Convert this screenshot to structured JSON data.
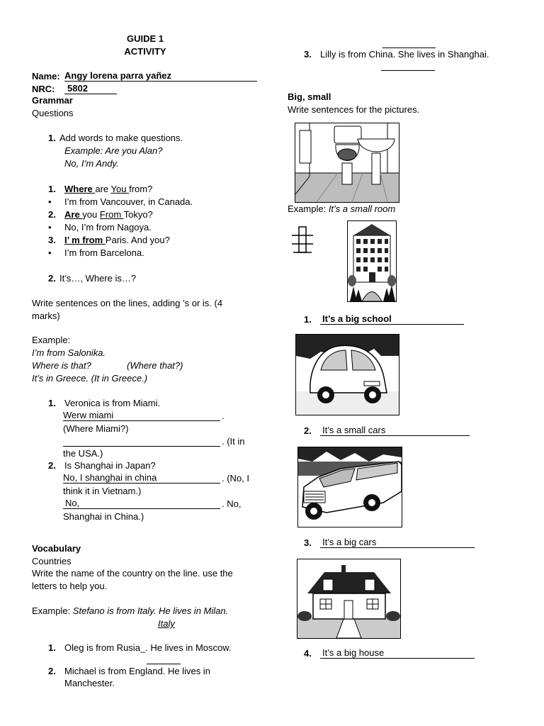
{
  "header": {
    "title": "GUIDE 1",
    "subtitle": "ACTIVITY"
  },
  "student": {
    "name_label": "Name:",
    "name_value": "Angy lorena parra yañez",
    "nrc_label": "NRC:",
    "nrc_value": "5802"
  },
  "grammar": {
    "heading": "Grammar",
    "subheading": "Questions",
    "task1": {
      "number": "1.",
      "instruction": "Add words to make questions.",
      "example_q": "Example: Are you Alan?",
      "example_a": "No, I’m Andy.",
      "items": [
        {
          "marker": "1.",
          "parts": [
            "Where ",
            "are ",
            "You ",
            "from?"
          ]
        },
        {
          "marker": "•",
          "text": "I’m from Vancouver, in Canada."
        },
        {
          "marker": "2.",
          "parts": [
            "Are ",
            "you ",
            "From ",
            "Tokyo?"
          ]
        },
        {
          "marker": "•",
          "text": "No, I’m from Nagoya."
        },
        {
          "marker": "3.",
          "parts": [
            "I’ m from ",
            "Paris. And you?"
          ]
        },
        {
          "marker": "•",
          "text": "I’m from Barcelona."
        }
      ]
    },
    "task2": {
      "number": "2.",
      "instruction": "It’s…, Where is…?",
      "write_line1": "Write sentences on the lines, adding ’s or is. (4",
      "write_line2": "marks)",
      "example_label": "Example:",
      "example_1": "I’m from Salonika.",
      "example_2a": "Where is that?",
      "example_2b": "(Where that?)",
      "example_3": "It’s in Greece. (It in Greece.)",
      "q1": {
        "number": "1.",
        "text": "Veronica is from Miami.",
        "answer1": "Werw miami",
        "answer1_end": ".",
        "hint1": "(Where Miami?)",
        "answer2_end": ". (It in",
        "cont": "the USA.)"
      },
      "q2": {
        "number": "2.",
        "text": "Is Shanghai in Japan?",
        "answer1": "No, I shanghai in china",
        "answer1_end": ". (No, I",
        "cont1": "think it in Vietnam.)",
        "answer2": "No,",
        "answer2_end": ". No,",
        "cont2": "Shanghai in China.)"
      }
    }
  },
  "vocabulary": {
    "heading": "Vocabulary",
    "subheading": "Countries",
    "instruction1": "Write the name of the country on the line. use the",
    "instruction2": "letters to help you.",
    "example_label": "Example: ",
    "example_text": "Stefano is from Italy. He lives in Milan.",
    "example_answer": "Italy",
    "items": [
      {
        "number": "1.",
        "text": "Oleg is from Rusia_. He lives in Moscow."
      },
      {
        "number": "2.",
        "text1": "Michael is from  England. He lives in",
        "text2": "Manchester."
      },
      {
        "number": "3.",
        "text": "Lilly is from China. She lives in Shanghai."
      }
    ]
  },
  "big_small": {
    "heading": "Big, small",
    "instruction": "Write sentences for the pictures.",
    "example_label": "Example: ",
    "example_text": "It’s a small room",
    "answers": [
      {
        "number": "1.",
        "text": "It’s a big school"
      },
      {
        "number": "2.",
        "text": "It’s a small cars"
      },
      {
        "number": "3.",
        "text": "It’s a big cars"
      },
      {
        "number": "4.",
        "text": "It’s a big house"
      }
    ]
  }
}
